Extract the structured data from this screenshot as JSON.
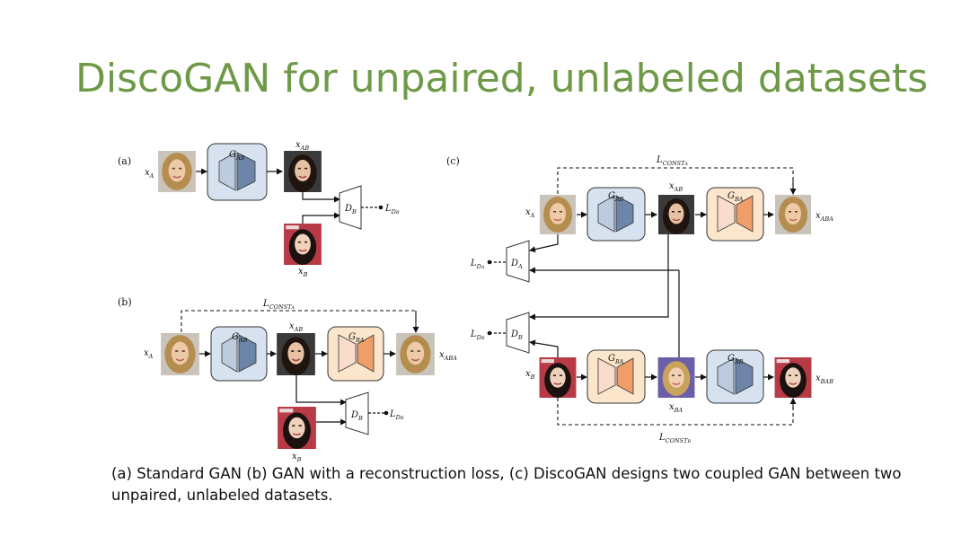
{
  "slide": {
    "title": "DiscoGAN for unpaired, unlabeled datasets",
    "caption": "(a) Standard GAN (b) GAN with a reconstruction loss, (c) DiscoGAN designs two coupled GAN between two unpaired, unlabeled datasets."
  },
  "panels": {
    "a": "(a)",
    "b": "(b)",
    "c": "(c)"
  },
  "labels": {
    "G": "G",
    "AB": "AB",
    "BA": "BA",
    "D": "D",
    "A": "A",
    "B": "B",
    "x": "x",
    "ABA": "ABA",
    "BAB": "BAB",
    "L": "L",
    "CONST": "CONST",
    "DA": "D",
    "DB": "D"
  },
  "colors": {
    "title": "#6e9a48",
    "gen_ab_fill": "#d6e2f0",
    "gen_ab_shape": "#6d85a8",
    "gen_ba_fill": "#fbe6cc",
    "gen_ba_shape": "#ef9e6a"
  }
}
